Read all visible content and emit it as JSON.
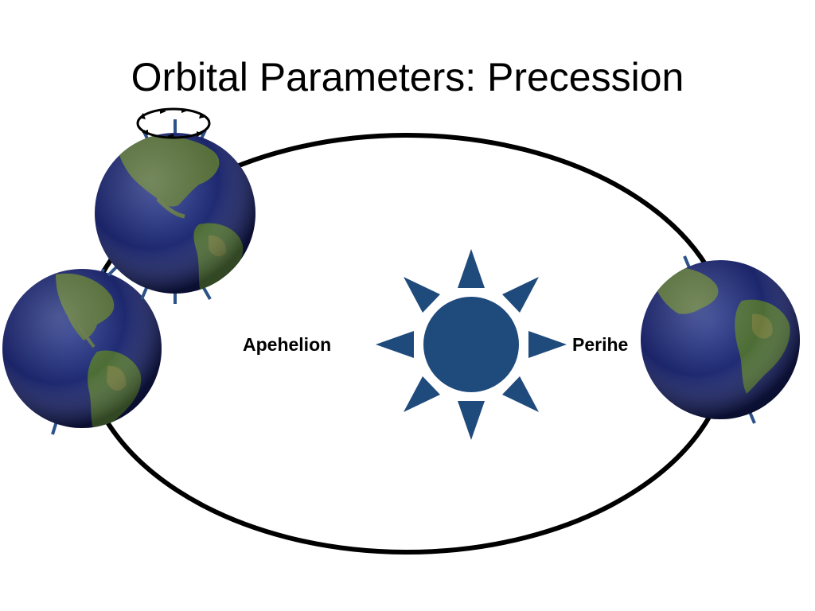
{
  "slide": {
    "title": "Orbital Parameters: Precession"
  },
  "labels": {
    "apehelion": "Apehelion",
    "perihelion": "Perihe"
  },
  "colors": {
    "sun": "#1f4a7c",
    "axis": "#2c5288",
    "ocean": "#1a2366",
    "land": "#4d6d36",
    "orbit": "#000000"
  },
  "icons": {
    "sun": "sun-icon",
    "earth": "earth-globe-icon",
    "precession_arrow": "precession-circle-icon"
  }
}
